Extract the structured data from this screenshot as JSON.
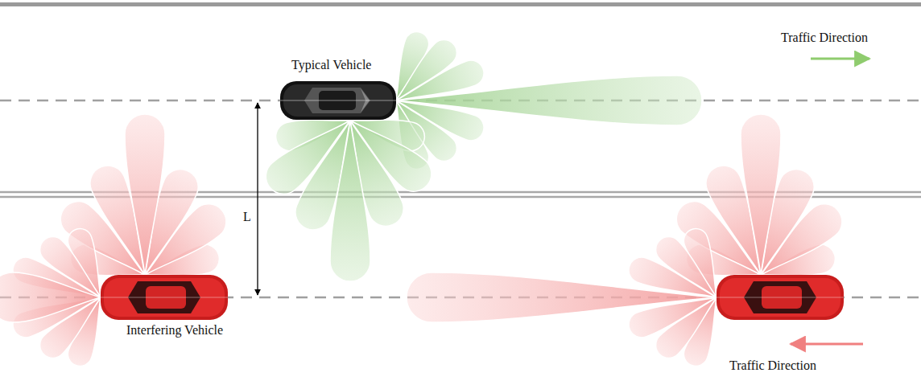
{
  "diagram": {
    "labels": [
      "Typical Vehicle",
      "Traffic Direction",
      "L",
      "Interfering Vehicle",
      "Traffic Direction"
    ]
  }
}
